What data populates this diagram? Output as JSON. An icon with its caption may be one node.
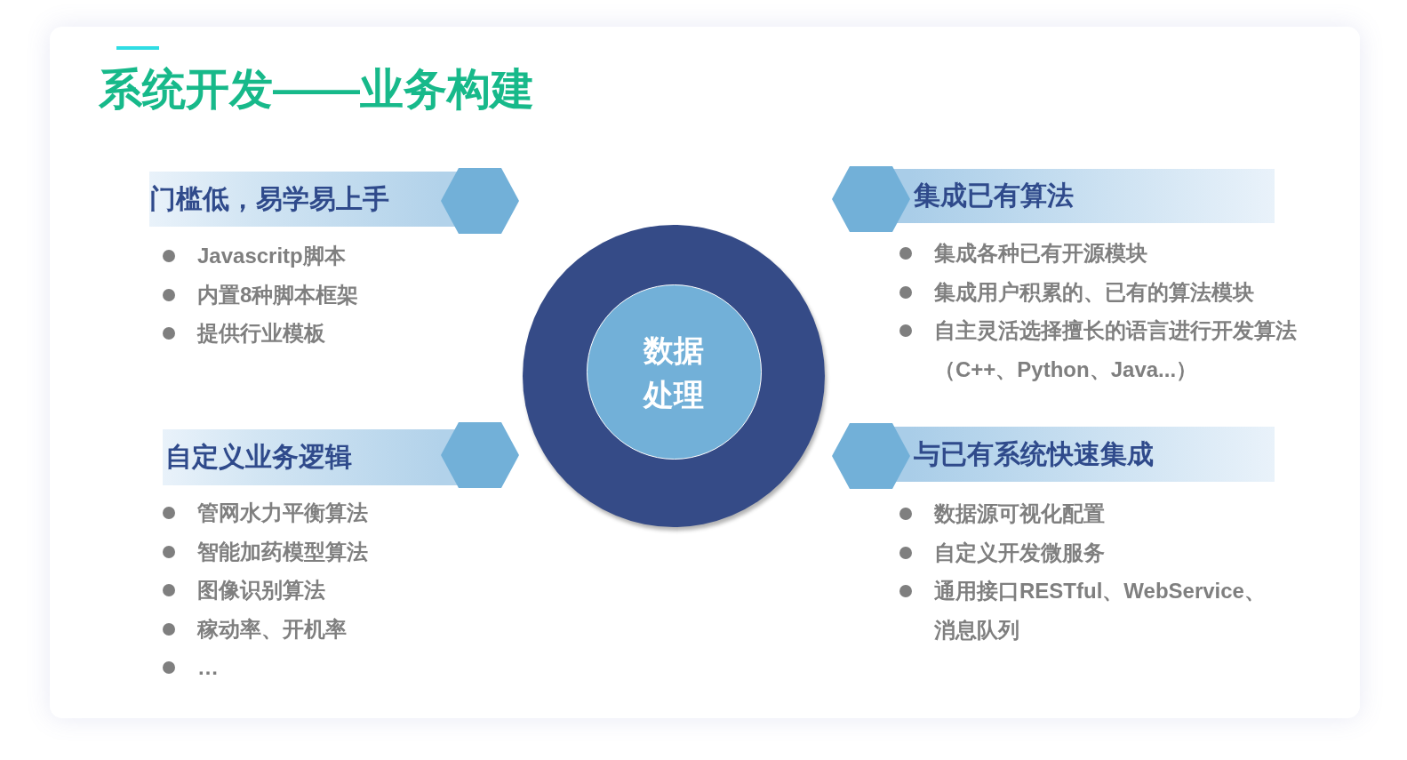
{
  "diagram": {
    "title": "系统开发——业务构建",
    "nodes": [
      {
        "text": [
          "门槛低，易学易上手"
        ],
        "beside": [
          "Javascritp脚本",
          "内置8种脚本框架",
          "提供行业模板"
        ]
      },
      {
        "text": [
          "集成已有算法"
        ],
        "beside": [
          "集成各种已有开源模块",
          "集成用户积累的、已有的算法模块",
          "自主灵活选择擅长的语言进行开发算法（C++、Python、Java...）"
        ]
      },
      {
        "text": [],
        "shape": "circle"
      },
      {
        "text": [
          "数据处理"
        ],
        "in": 2
      },
      {
        "text": [
          "自定义业务逻辑"
        ],
        "beside": [
          "管网水力平衡算法",
          "智能加药模型算法",
          "图像识别算法",
          "稼动率、开机率",
          "…"
        ]
      },
      {
        "text": [
          "与已有系统快速集成"
        ],
        "beside": [
          "数据源可视化配置",
          "自定义开发微服务",
          "通用接口RESTful、WebService、消息队列"
        ]
      }
    ]
  }
}
